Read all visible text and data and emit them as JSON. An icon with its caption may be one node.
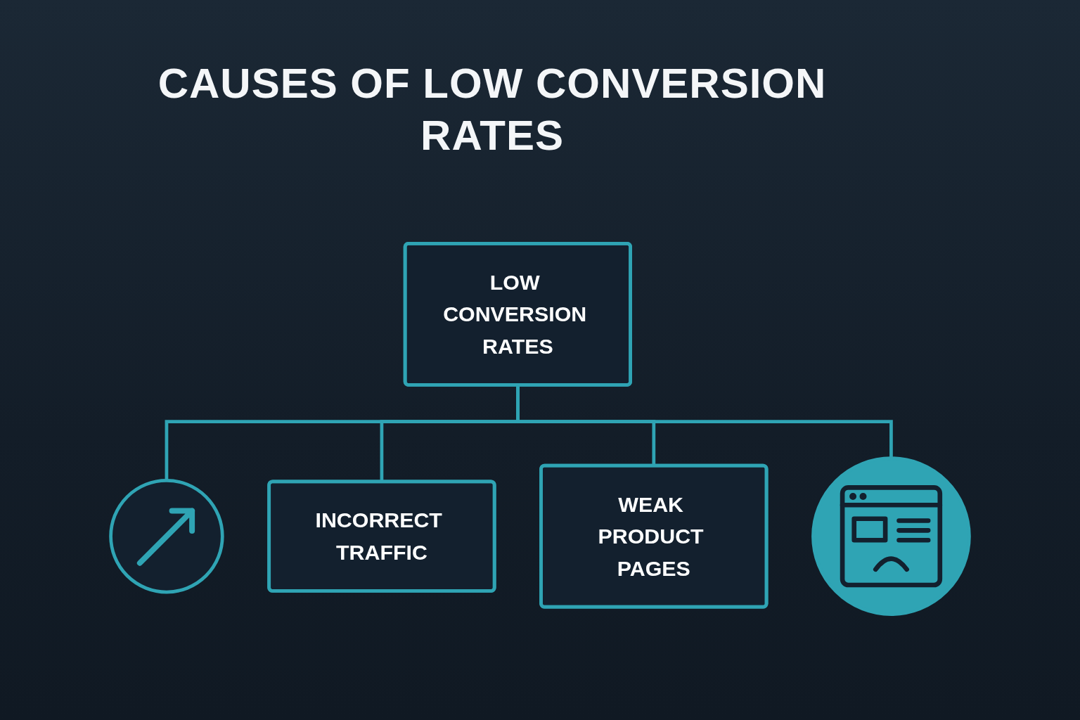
{
  "diagram": {
    "title": "CAUSES OF LOW CONVERSION RATES",
    "nodes": [
      {
        "text": [
          "LOW CONVERSION RATES"
        ]
      },
      {
        "text": [],
        "shape": "circle"
      },
      {
        "text": [],
        "shape": "circle"
      },
      {
        "text": [
          "INCORRECT TRAFFIC"
        ]
      },
      {
        "text": [
          "WEAK PRODUCT PAGES"
        ]
      }
    ],
    "edges": [
      {
        "from": 0,
        "to": 1,
        "arrow": "none"
      },
      {
        "from": 0,
        "to": 3,
        "arrow": "none"
      },
      {
        "from": 0,
        "to": 4,
        "arrow": "none"
      },
      {
        "from": 0,
        "to": 2,
        "arrow": "none"
      }
    ]
  }
}
